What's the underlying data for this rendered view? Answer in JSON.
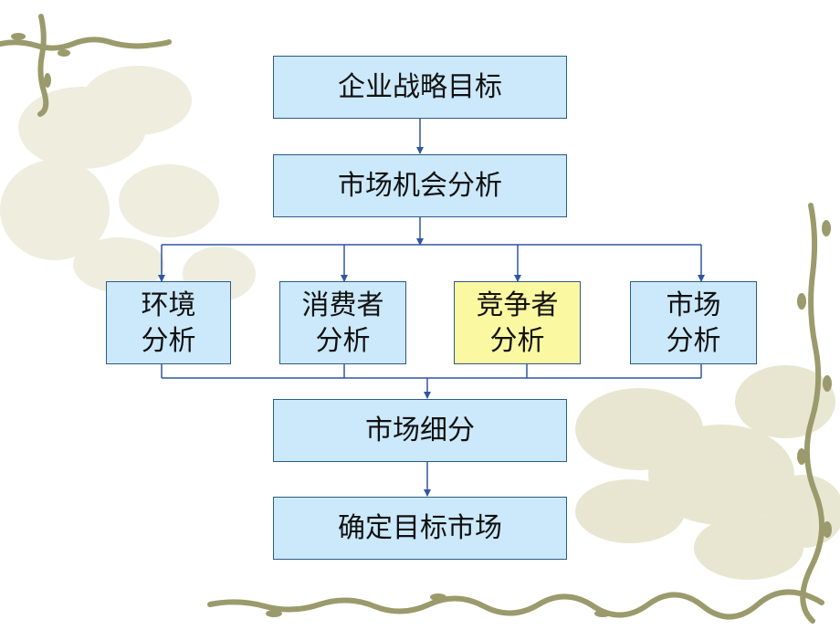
{
  "diagram": {
    "nodes": {
      "goal": "企业战略目标",
      "opportunity": "市场机会分析",
      "environment": "环境\n分析",
      "consumer": "消费者\n分析",
      "competitor": "竞争者\n分析",
      "market": "市场\n分析",
      "segmentation": "市场细分",
      "target": "确定目标市场"
    },
    "highlighted_node": "competitor"
  },
  "colors": {
    "box_fill": "#cbe9fa",
    "box_highlight": "#fbf8a2",
    "box_border": "#2d5a8a",
    "connector": "#2f55a4",
    "vine": "#9a9a6c"
  }
}
